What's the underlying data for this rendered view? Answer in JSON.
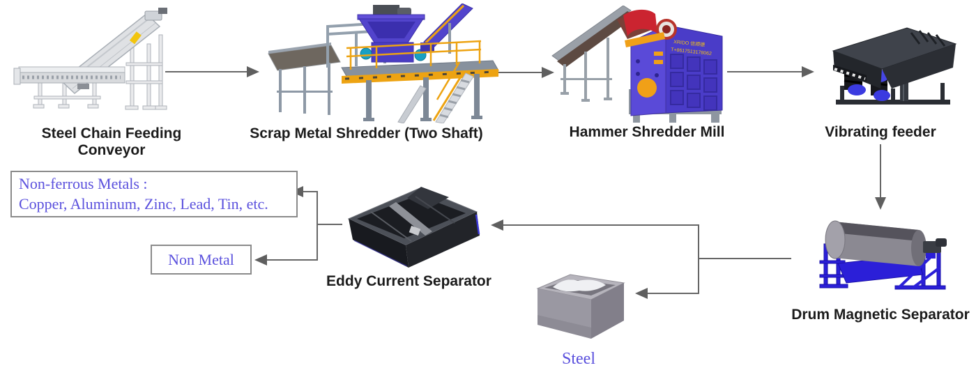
{
  "diagram": {
    "subject": "scrap-metal-recycling-process-flow",
    "background": "#ffffff"
  },
  "stations": [
    {
      "id": "steel-chain-feeding-conveyor",
      "label": "Steel Chain Feeding Conveyor"
    },
    {
      "id": "scrap-metal-shredder-two-shaft",
      "label": "Scrap Metal Shredder (Two Shaft)"
    },
    {
      "id": "hammer-shredder-mill",
      "label": "Hammer Shredder Mill"
    },
    {
      "id": "vibrating-feeder",
      "label": "Vibrating feeder"
    },
    {
      "id": "drum-magnetic-separator",
      "label": "Drum Magnetic Separator"
    },
    {
      "id": "eddy-current-separator",
      "label": "Eddy Current Separator"
    }
  ],
  "outputs": {
    "non_ferrous": {
      "line1": "Non-ferrous Metals :",
      "line2": "Copper, Aluminum, Zinc, Lead, Tin, etc."
    },
    "non_metal": {
      "label": "Non Metal"
    },
    "steel": {
      "label": "Steel"
    }
  },
  "machine_markings": {
    "brand": "XRIDO 信顺德",
    "phone": "T+8617513178062"
  },
  "colors": {
    "station_label_text": "#1b1b1b",
    "output_text": "#5a50dd",
    "output_box_border": "#8a8a8a",
    "connector_line": "#666666",
    "arrowhead": "#5f5f5f",
    "machine_purple": "#5244cc",
    "machine_purple_dark": "#3b2fa8",
    "machine_yellow": "#eda312",
    "machine_red": "#cb2430",
    "machine_teal": "#18a0c4",
    "machine_steel_gray": "#8e99a6",
    "machine_light_gray": "#e0e2e5",
    "machine_charcoal": "#33363c",
    "machine_bright_blue": "#2b1fd8",
    "drum_gray": "#8b8992",
    "spring_blue": "#4646e6"
  }
}
